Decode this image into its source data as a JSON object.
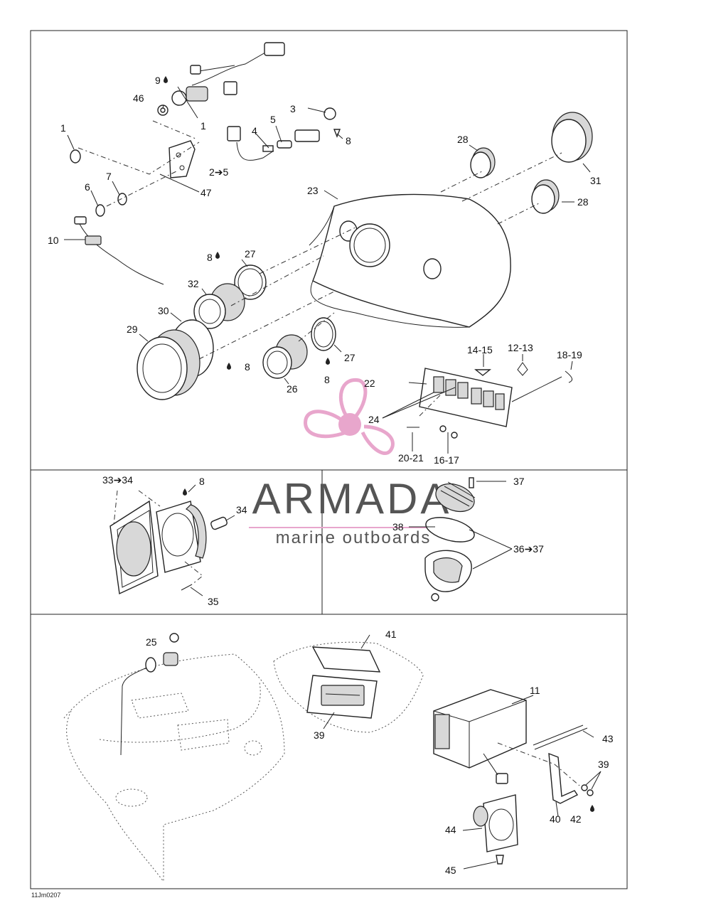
{
  "diagram_code": "11Jm0207",
  "watermark": {
    "brand": "ARMADA",
    "tagline": "marine outboards",
    "logo_color": "#e8a6cc"
  },
  "callouts": {
    "c1a": "1",
    "c1b": "1",
    "c2_5": "2➔5",
    "c3": "3",
    "c4": "4",
    "c5": "5",
    "c6": "6",
    "c7": "7",
    "c8a": "8",
    "c8b": "8",
    "c8c": "8",
    "c8d": "8",
    "c8e": "8",
    "c9": "9",
    "c10": "10",
    "c11": "11",
    "c12_13": "12-13",
    "c14_15": "14-15",
    "c16_17": "16-17",
    "c18_19": "18-19",
    "c20_21": "20-21",
    "c22": "22",
    "c23": "23",
    "c24": "24",
    "c25": "25",
    "c26": "26",
    "c27a": "27",
    "c27b": "27",
    "c28a": "28",
    "c28b": "28",
    "c29": "29",
    "c30": "30",
    "c31": "31",
    "c32": "32",
    "c33_34": "33➔34",
    "c34": "34",
    "c35": "35",
    "c36_37": "36➔37",
    "c37": "37",
    "c38": "38",
    "c39a": "39",
    "c39b": "39",
    "c40": "40",
    "c41": "41",
    "c42": "42",
    "c43": "43",
    "c44": "44",
    "c45": "45",
    "c46": "46",
    "c47": "47"
  }
}
